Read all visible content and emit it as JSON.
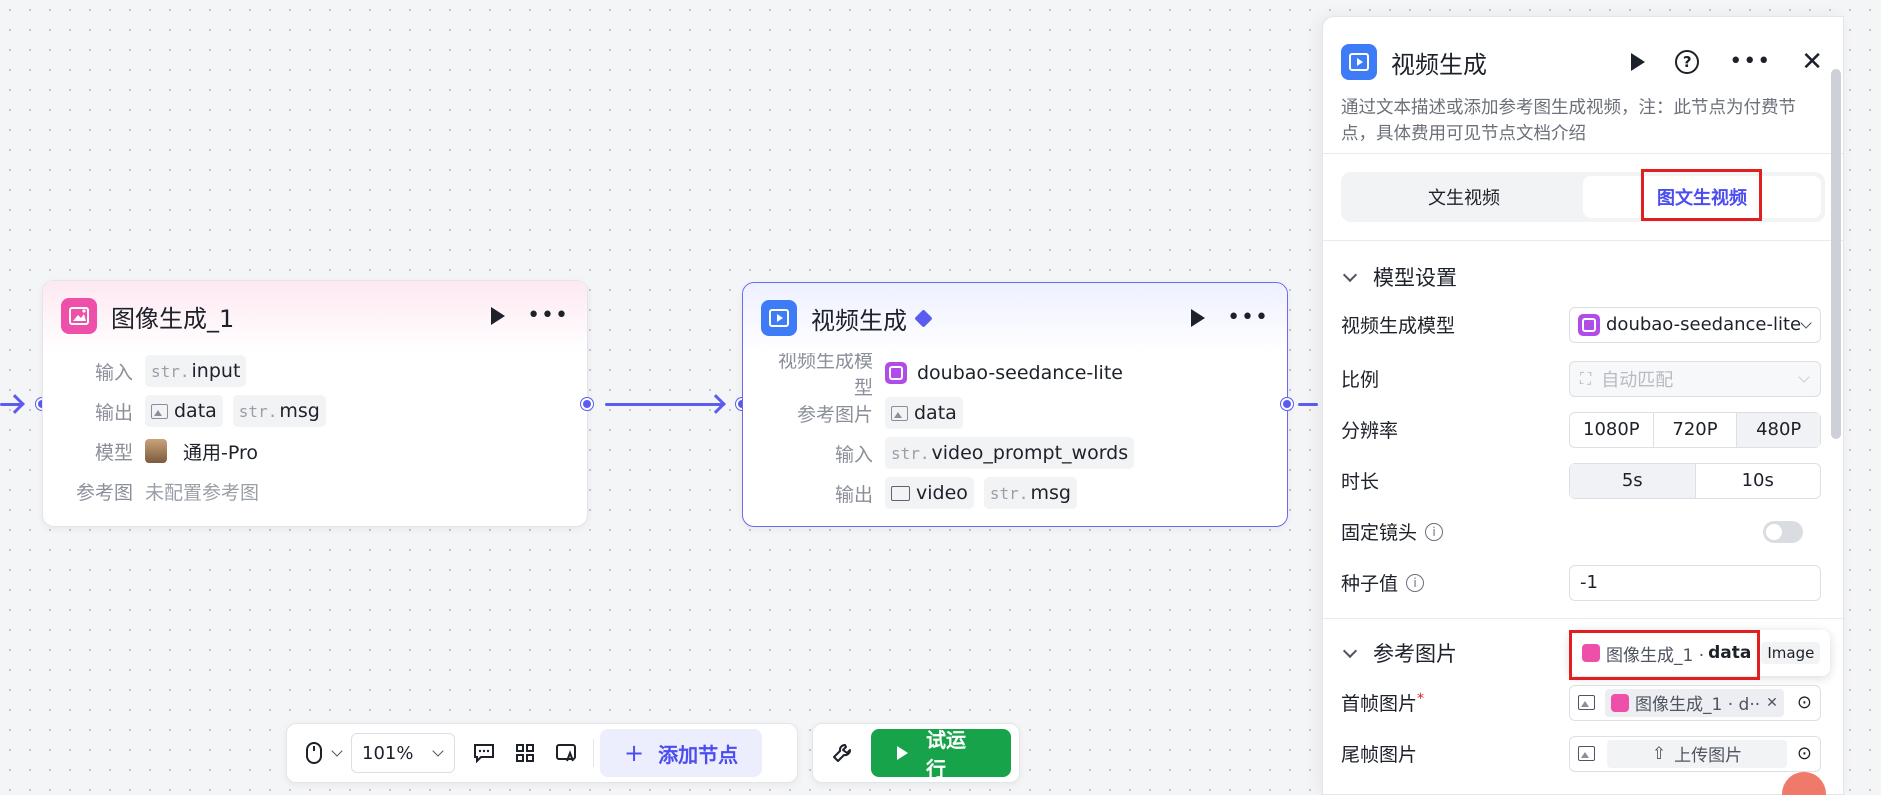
{
  "node1": {
    "title": "图像生成_1",
    "rows": {
      "input_label": "输入",
      "output_label": "输出",
      "model_label": "模型",
      "ref_label": "参考图"
    },
    "input": {
      "type": "str.",
      "name": "input"
    },
    "outputs": [
      {
        "type": "icon",
        "name": "data"
      },
      {
        "type": "str.",
        "name": "msg"
      }
    ],
    "model": "通用-Pro",
    "ref": "未配置参考图"
  },
  "node2": {
    "title": "视频生成",
    "rows": {
      "model_label": "视频生成模型",
      "ref_label": "参考图片",
      "input_label": "输入",
      "output_label": "输出"
    },
    "model": "doubao-seedance-lite",
    "ref": "data",
    "input": {
      "type": "str.",
      "name": "video_prompt_words"
    },
    "outputs": [
      {
        "type": "folder",
        "name": "video"
      },
      {
        "type": "str.",
        "name": "msg"
      }
    ]
  },
  "panel": {
    "title": "视频生成",
    "description": "通过文本描述或添加参考图生成视频，注：此节点为付费节点，具体费用可见节点文档介绍",
    "tabs": [
      "文生视频",
      "图文生视频"
    ],
    "active_tab": "图文生视频",
    "model_section": {
      "title": "模型设置",
      "model_label": "视频生成模型",
      "model_value": "doubao-seedance-lite",
      "ratio_label": "比例",
      "ratio_value": "自动匹配",
      "resolution_label": "分辨率",
      "resolutions": [
        "1080P",
        "720P",
        "480P"
      ],
      "resolution_selected": "480P",
      "duration_label": "时长",
      "durations": [
        "5s",
        "10s"
      ],
      "duration_selected": "5s",
      "fixed_camera_label": "固定镜头",
      "fixed_camera_on": false,
      "seed_label": "种子值",
      "seed_value": "-1"
    },
    "ref_section": {
      "title": "参考图片",
      "first_frame_label": "首帧图片",
      "first_frame_required": "*",
      "first_frame_value": "图像生成_1 · d··",
      "last_frame_label": "尾帧图片",
      "upload_label": "上传图片"
    },
    "tooltip": {
      "source": "图像生成_1 ·",
      "field": "data",
      "type": "Image"
    }
  },
  "toolbar": {
    "zoom": "101%",
    "add_node": "添加节点",
    "run": "试运行"
  },
  "colors": {
    "accent": "#5b5cf0",
    "pink": "#ee4fa9",
    "blue": "#3e7bf7",
    "run": "#16a34a",
    "highlight": "#e02020"
  }
}
